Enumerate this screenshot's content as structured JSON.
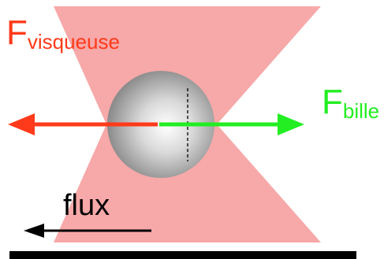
{
  "labels": {
    "viscous_force": {
      "main": "F",
      "sub": "visqueuse"
    },
    "bead_force": {
      "main": "F",
      "sub": "bille"
    },
    "flow": "flux"
  },
  "colors": {
    "beam": "#f7a8a8",
    "viscous": "#ff3a1a",
    "bead": "#22ee22",
    "flow": "#000000",
    "substrate": "#000000"
  }
}
